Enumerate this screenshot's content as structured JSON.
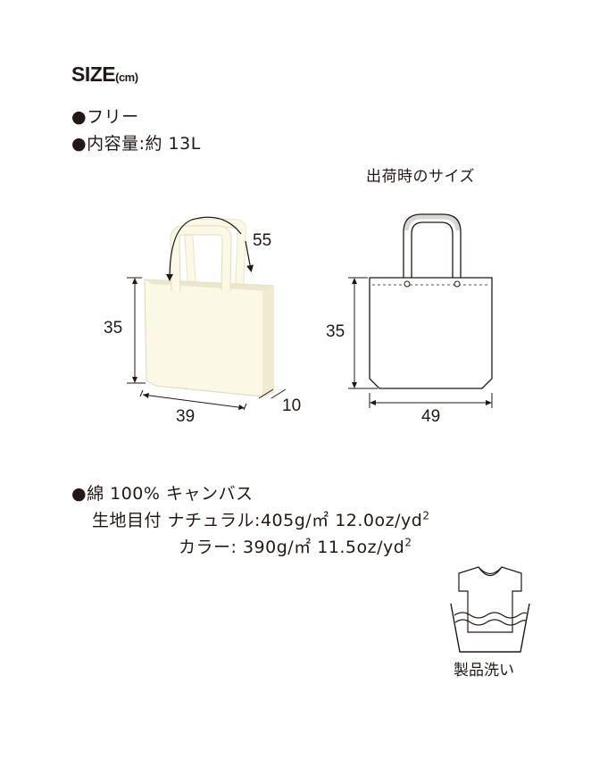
{
  "size_heading": {
    "title": "SIZE",
    "unit": "(cm)"
  },
  "specs": {
    "size": "●フリー",
    "volume": "●内容量:約 13L"
  },
  "shipping_label": "出荷時のサイズ",
  "left_bag": {
    "handle_length": "55",
    "height": "35",
    "width": "39",
    "depth": "10",
    "fill_color": "#fbf8e6"
  },
  "right_bag": {
    "height": "35",
    "width": "49"
  },
  "material": {
    "fabric": "●綿 100% キャンバス",
    "weight_natural": "生地目付 ナチュラル:405g/㎡ 12.0oz/yd",
    "weight_color": "カラー: 390g/㎡ 11.5oz/yd",
    "superscript": "2"
  },
  "care": {
    "label": "製品洗い",
    "icon": "wash-icon"
  }
}
